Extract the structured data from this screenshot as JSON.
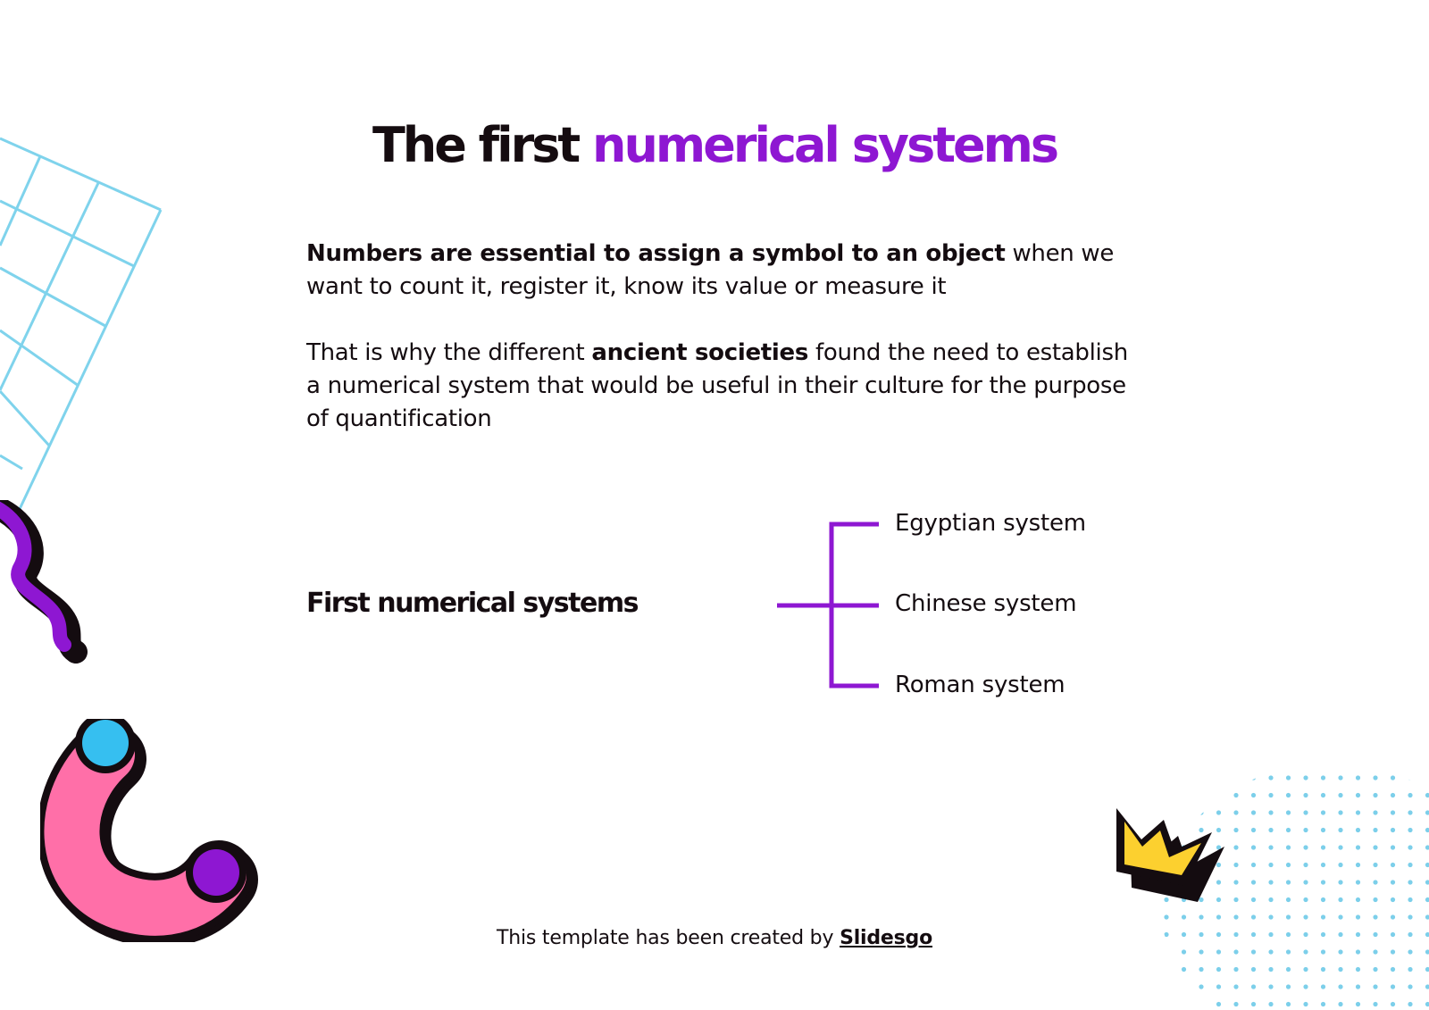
{
  "slide": {
    "title": {
      "part1": "The first",
      "part2": "numerical systems"
    },
    "paragraph1": {
      "bold": "Numbers are essential to assign a symbol to an object",
      "rest": " when we want to count it, register it, know its value or measure it"
    },
    "paragraph2": {
      "before": "That is why the different ",
      "bold": "ancient societies",
      "after": " found the need to establish a numerical system that would be useful in their culture for the purpose of quantification"
    },
    "diagram": {
      "root_label": "First numerical systems",
      "branches": [
        "Egyptian system",
        "Chinese system",
        "Roman system"
      ]
    },
    "footer": {
      "text": "This template has been created by ",
      "link": "Slidesgo"
    }
  },
  "colors": {
    "accent": "#8e17d2",
    "text": "#140c10",
    "grid": "#7fd3ec",
    "pink": "#ff6fa8",
    "blue": "#36bff0",
    "yellow": "#fcd02f",
    "dots": "#7ccfea"
  },
  "decorations": [
    "grid-decoration",
    "squiggle-decoration",
    "arc-decoration",
    "crown-decoration",
    "dot-pattern-decoration"
  ]
}
